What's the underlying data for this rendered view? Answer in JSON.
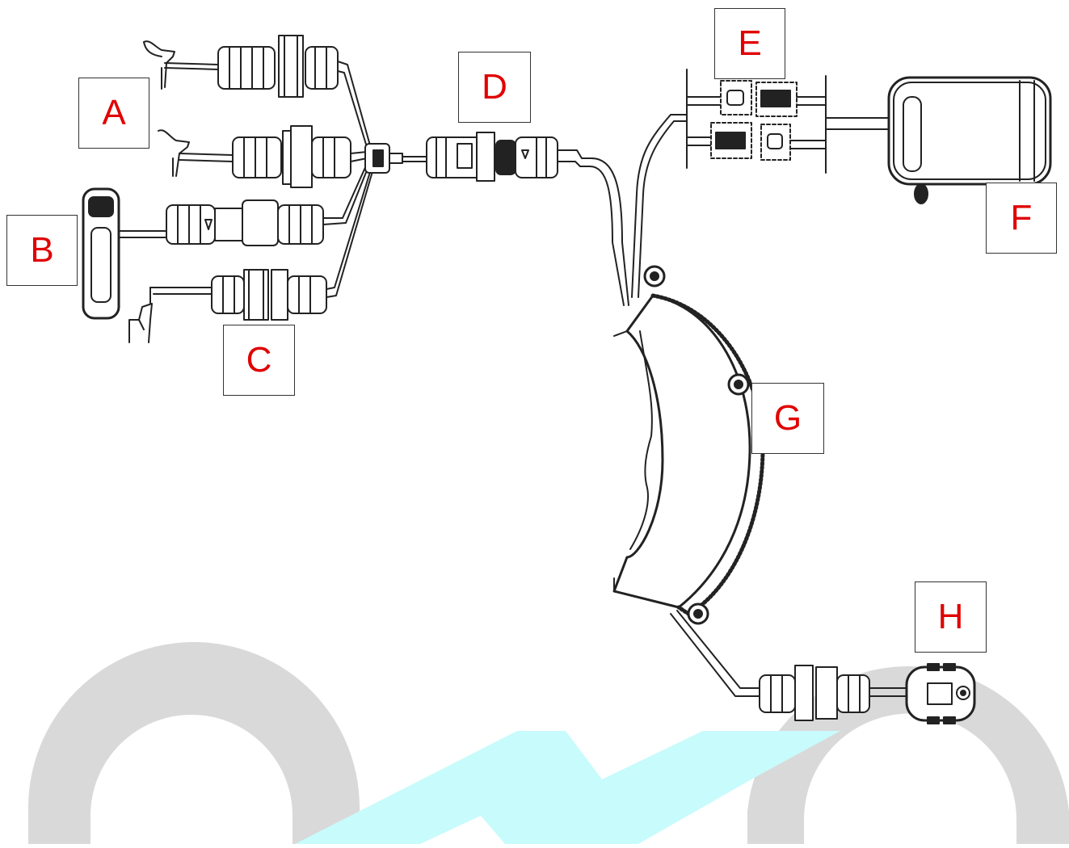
{
  "labels": {
    "A": "A",
    "B": "B",
    "C": "C",
    "D": "D",
    "E": "E",
    "F": "F",
    "G": "G",
    "H": "H"
  },
  "colors": {
    "label_text": "#e00000",
    "line": "#222222",
    "watermark_gray": "#d8d8d8",
    "watermark_cyan": "#c8fbfb"
  }
}
